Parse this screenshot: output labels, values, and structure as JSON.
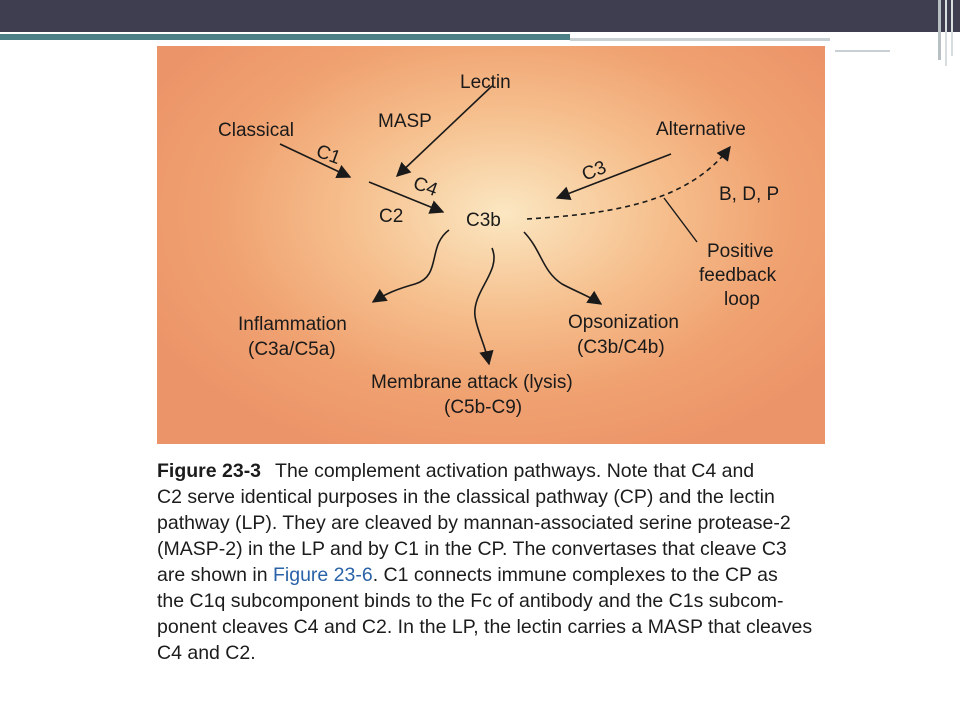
{
  "diagram": {
    "nodes": {
      "lectin": "Lectin",
      "masp": "MASP",
      "classical": "Classical",
      "alternative": "Alternative",
      "c1": "C1",
      "c4": "C4",
      "c2": "C2",
      "c3": "C3",
      "c3b": "C3b",
      "bdp": "B, D, P",
      "feedback_line1": "Positive",
      "feedback_line2": "feedback",
      "feedback_line3": "loop",
      "inflammation": "Inflammation",
      "inflammation_sub": "(C3a/C5a)",
      "opsonization": "Opsonization",
      "opsonization_sub": "(C3b/C4b)",
      "membrane": "Membrane attack (lysis)",
      "membrane_sub": "(C5b-C9)"
    },
    "colors": {
      "panel_center": "#fbe7c2",
      "panel_edge": "#ec9469",
      "ink": "#1a1a1a"
    }
  },
  "caption": {
    "figure_label": "Figure 23-3",
    "line1": "The complement activation pathways. Note that C4 and",
    "line2": "C2 serve identical purposes in the classical pathway (CP) and the lectin",
    "line3": "pathway (LP). They are cleaved by mannan-associated serine protease-2",
    "line4": "(MASP-2) in the LP and by C1 in the CP. The convertases that cleave C3",
    "line5_pre": "are shown in ",
    "line5_link": "Figure 23-6",
    "line5_post": ". C1 connects immune complexes to the CP as",
    "line6": "the C1q subcomponent binds to the Fc of antibody and the C1s subcom-",
    "line7": "ponent cleaves C4 and C2. In the LP, the lectin carries a MASP that cleaves",
    "line8": "C4 and C2."
  }
}
